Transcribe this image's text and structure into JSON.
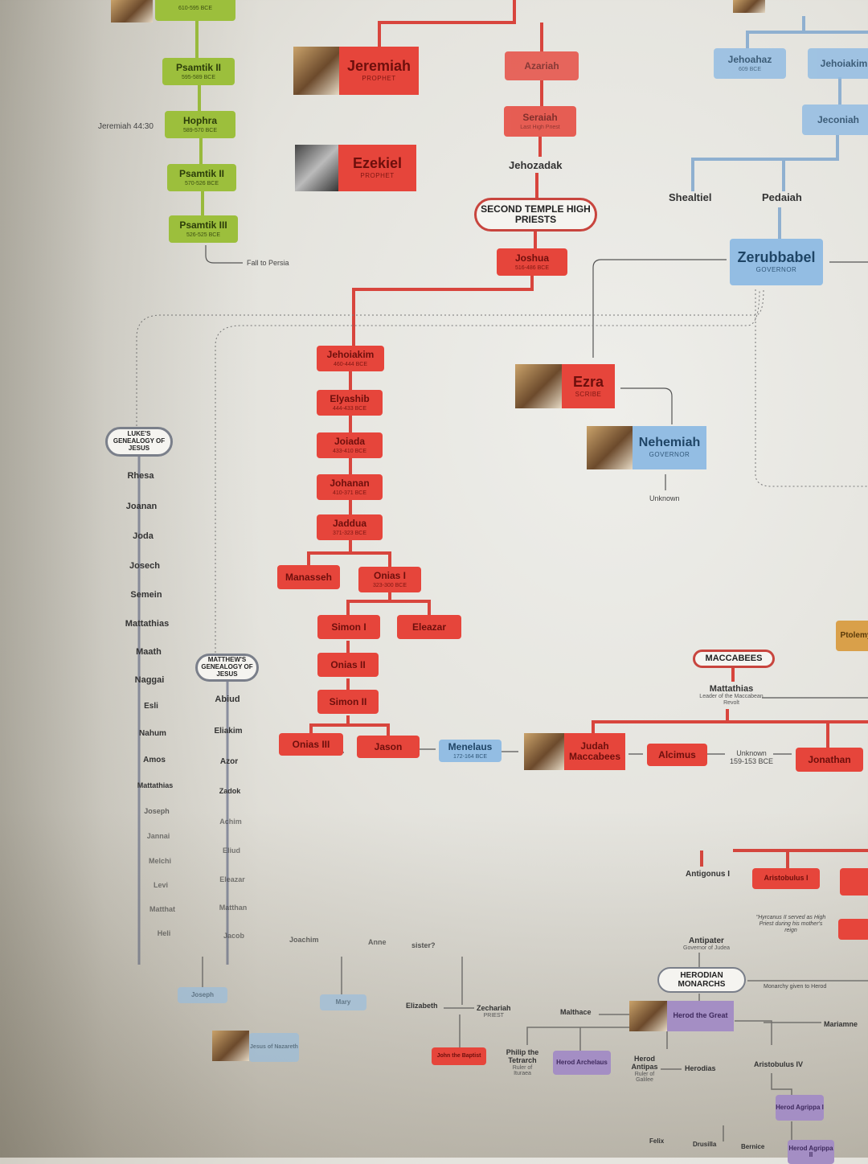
{
  "egypt": {
    "top_date": "610-595 BCE",
    "psamtik2a": {
      "name": "Psamtik II",
      "date": "595-589 BCE"
    },
    "hophra": {
      "name": "Hophra",
      "date": "589-570 BCE"
    },
    "psamtik2b": {
      "name": "Psamtik II",
      "date": "570-526 BCE"
    },
    "psamtik3": {
      "name": "Psamtik III",
      "date": "526-525 BCE"
    },
    "ref": "Jeremiah 44:30",
    "fall": "Fall to Persia"
  },
  "prophets": {
    "jeremiah": {
      "name": "Jeremiah",
      "role": "PROPHET"
    },
    "ezekiel": {
      "name": "Ezekiel",
      "role": "PROPHET"
    }
  },
  "first_priests": {
    "azariah": "Azariah",
    "seraiah": {
      "name": "Seraiah",
      "role": "Last High Priest"
    },
    "jehozadak": "Jehozadak"
  },
  "second_temple": {
    "heading": "SECOND TEMPLE HIGH PRIESTS",
    "joshua": {
      "name": "Joshua",
      "date": "516-486 BCE"
    },
    "jehoiakim": {
      "name": "Jehoiakim",
      "date": "460-444 BCE"
    },
    "elyashib": {
      "name": "Elyashib",
      "date": "444-433 BCE"
    },
    "joiada": {
      "name": "Joiada",
      "date": "433-410 BCE"
    },
    "johanan": {
      "name": "Johanan",
      "date": "410-371 BCE"
    },
    "jaddua": {
      "name": "Jaddua",
      "date": "371-323 BCE"
    },
    "manasseh": {
      "name": "Manasseh"
    },
    "onias1": {
      "name": "Onias I",
      "date": "323-300 BCE"
    },
    "simon1": {
      "name": "Simon I"
    },
    "eleazar": {
      "name": "Eleazar"
    },
    "onias2": {
      "name": "Onias II"
    },
    "simon2": {
      "name": "Simon II"
    },
    "onias3": {
      "name": "Onias III"
    },
    "jason": {
      "name": "Jason"
    },
    "menelaus": {
      "name": "Menelaus",
      "date": "172-164 BCE"
    },
    "judah": {
      "name": "Judah Maccabees"
    },
    "alcimus": {
      "name": "Alcimus"
    },
    "unknown_gap": {
      "name": "Unknown",
      "date": "159-153 BCE"
    },
    "jonathan": {
      "name": "Jonathan"
    }
  },
  "kings": {
    "jehoahaz": {
      "name": "Jehoahaz",
      "date": "609 BCE"
    },
    "jehoiakim": {
      "name": "Jehoiakim"
    },
    "jeconiah": {
      "name": "Jeconiah"
    },
    "shealtiel": "Shealtiel",
    "pedaiah": "Pedaiah",
    "zerubbabel": {
      "name": "Zerubbabel",
      "role": "GOVERNOR"
    }
  },
  "restoration": {
    "ezra": {
      "name": "Ezra",
      "role": "SCRIBE"
    },
    "nehemiah": {
      "name": "Nehemiah",
      "role": "GOVERNOR"
    },
    "unknown": "Unknown"
  },
  "luke": {
    "heading": "LUKE'S GENEALOGY OF JESUS",
    "names": [
      "Rhesa",
      "Joanan",
      "Joda",
      "Josech",
      "Semein",
      "Mattathias",
      "Maath",
      "Naggai",
      "Esli",
      "Nahum",
      "Amos",
      "Mattathias",
      "Joseph",
      "Jannai",
      "Melchi",
      "Levi",
      "Matthat",
      "Heli"
    ]
  },
  "matthew": {
    "heading": "MATTHEW'S GENEALOGY OF JESUS",
    "names": [
      "Abiud",
      "Eliakim",
      "Azor",
      "Zadok",
      "Achim",
      "Eliud",
      "Eleazar",
      "Matthan",
      "Jacob"
    ]
  },
  "holy_family": {
    "joachim": "Joachim",
    "anne": "Anne",
    "sister": "sister?",
    "joseph": "Joseph",
    "mary": "Mary",
    "jesus": "Jesus of Nazareth",
    "elizabeth": "Elizabeth",
    "zechariah": {
      "name": "Zechariah",
      "role": "PRIEST"
    },
    "john": "John the Baptist"
  },
  "maccabees": {
    "heading": "MACCABEES",
    "mattathias": {
      "name": "Mattathias",
      "role": "Leader of the Maccabean Revolt"
    },
    "antigonus": "Antigonus I",
    "aristobulus1": {
      "name": "Aristobulus I"
    },
    "hyrcanus_note": "\"Hyrcanus II served as High Priest during his mother's reign",
    "ptolemy": "Ptolemy"
  },
  "herodians": {
    "heading": "HERODIAN MONARCHS",
    "antipater": {
      "name": "Antipater",
      "role": "Governor of Judea"
    },
    "monarchy_given": "Monarchy given to Herod",
    "herod_great": {
      "name": "Herod the Great"
    },
    "mariamne": "Mariamne",
    "malthace": "Malthace",
    "philip": {
      "name": "Philip the Tetrarch",
      "role": "Ruler of Ituraea"
    },
    "archelaus": {
      "name": "Herod Archelaus"
    },
    "antipas": {
      "name": "Herod Antipas",
      "role": "Ruler of Galilee"
    },
    "herodias": "Herodias",
    "aristobulus4": "Aristobulus IV",
    "agrippa1": {
      "name": "Herod Agrippa I"
    },
    "felix": "Felix",
    "drusilla": "Drusilla",
    "bernice": "Bernice",
    "agrippa2": {
      "name": "Herod Agrippa II"
    }
  },
  "colors": {
    "priests": "#e6453b",
    "egypt": "#9cbf3c",
    "kings": "#93bde3",
    "herodians": "#a48ec4"
  }
}
